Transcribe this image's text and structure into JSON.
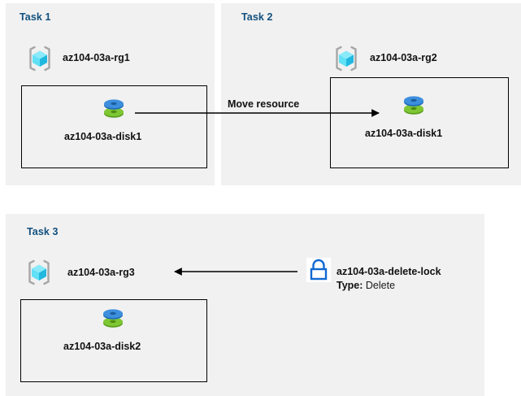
{
  "diagram": {
    "title": "Azure resource group tasks diagram",
    "background_color": "#ffffff",
    "panel_color": "#f1f1f1",
    "title_color": "#12507e",
    "box_border_color": "#000000",
    "arrow_color": "#000000",
    "lock_color": "#1268d3"
  },
  "panels": [
    {
      "id": "task1",
      "title": "Task 1",
      "resource_group": {
        "icon": "resource-group-icon",
        "label": "az104-03a-rg1"
      },
      "resources": [
        {
          "icon": "managed-disk-icon",
          "label": "az104-03a-disk1"
        }
      ]
    },
    {
      "id": "task2",
      "title": "Task 2",
      "resource_group": {
        "icon": "resource-group-icon",
        "label": "az104-03a-rg2"
      },
      "resources": [
        {
          "icon": "managed-disk-icon",
          "label": "az104-03a-disk1"
        }
      ]
    },
    {
      "id": "task3",
      "title": "Task 3",
      "resource_group": {
        "icon": "resource-group-icon",
        "label": "az104-03a-rg3"
      },
      "resources": [
        {
          "icon": "managed-disk-icon",
          "label": "az104-03a-disk2"
        }
      ],
      "lock": {
        "icon": "padlock-icon",
        "label": "az104-03a-delete-lock",
        "type_key": "Type:",
        "type_value": "Delete"
      }
    }
  ],
  "connectors": [
    {
      "id": "move-resource-arrow",
      "label": "Move resource",
      "from": "az104-03a-disk1",
      "to": "az104-03a-rg2",
      "direction": "right"
    },
    {
      "id": "lock-applies-arrow",
      "label": "",
      "from": "az104-03a-delete-lock",
      "to": "az104-03a-rg3",
      "direction": "left"
    }
  ]
}
